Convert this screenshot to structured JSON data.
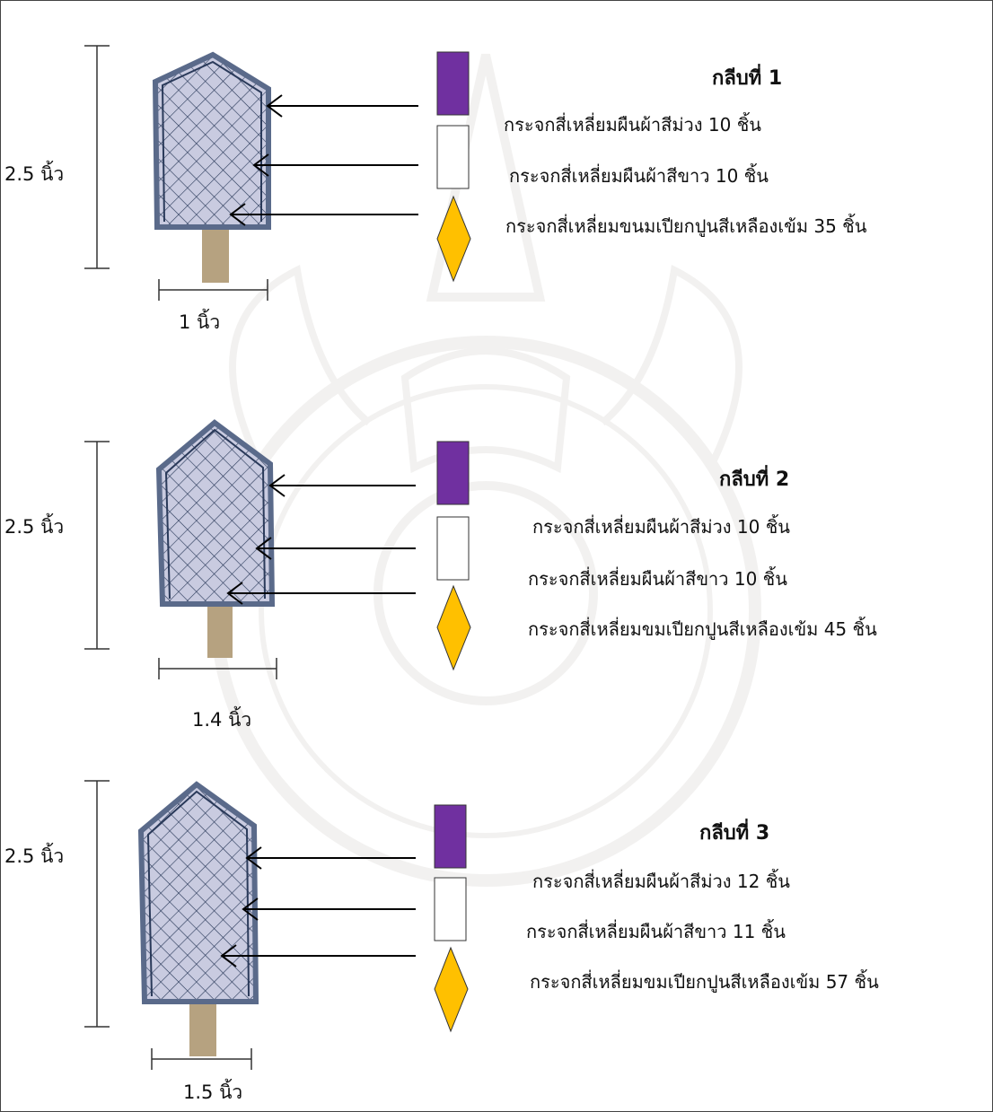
{
  "colors": {
    "purple": "#7030a0",
    "white": "#ffffff",
    "yellow": "#ffc000",
    "petal_fill": "#c9cbe0",
    "petal_line": "#2a3a5a",
    "stick": "#b6a280"
  },
  "icons": [
    "purple-rectangle-icon",
    "white-rectangle-icon",
    "yellow-diamond-icon",
    "arrow-left-icon"
  ],
  "sections": [
    {
      "title": "กลีบที่ 1",
      "height_label": "2.5 นิ้ว",
      "width_label": "1 นิ้ว",
      "items": [
        "กระจกสี่เหลี่ยมผืนผ้าสีม่วง 10 ชิ้น",
        "กระจกสี่เหลี่ยมผืนผ้าสีขาว 10 ชิ้น",
        "กระจกสี่เหลี่ยมขนมเปียกปูนสีเหลืองเข้ม 35 ชิ้น"
      ]
    },
    {
      "title": "กลีบที่ 2",
      "height_label": "2.5 นิ้ว",
      "width_label": "1.4 นิ้ว",
      "items": [
        "กระจกสี่เหลี่ยมผืนผ้าสีม่วง 10 ชิ้น",
        "กระจกสี่เหลี่ยมผืนผ้าสีขาว 10 ชิ้น",
        "กระจกสี่เหลี่ยมขมเปียกปูนสีเหลืองเข้ม 45 ชิ้น"
      ]
    },
    {
      "title": "กลีบที่ 3",
      "height_label": "2.5 นิ้ว",
      "width_label": "1.5 นิ้ว",
      "items": [
        "กระจกสี่เหลี่ยมผืนผ้าสีม่วง 12 ชิ้น",
        "กระจกสี่เหลี่ยมผืนผ้าสีขาว 11 ชิ้น",
        "กระจกสี่เหลี่ยมขมเปียกปูนสีเหลืองเข้ม 57 ชิ้น"
      ]
    }
  ]
}
